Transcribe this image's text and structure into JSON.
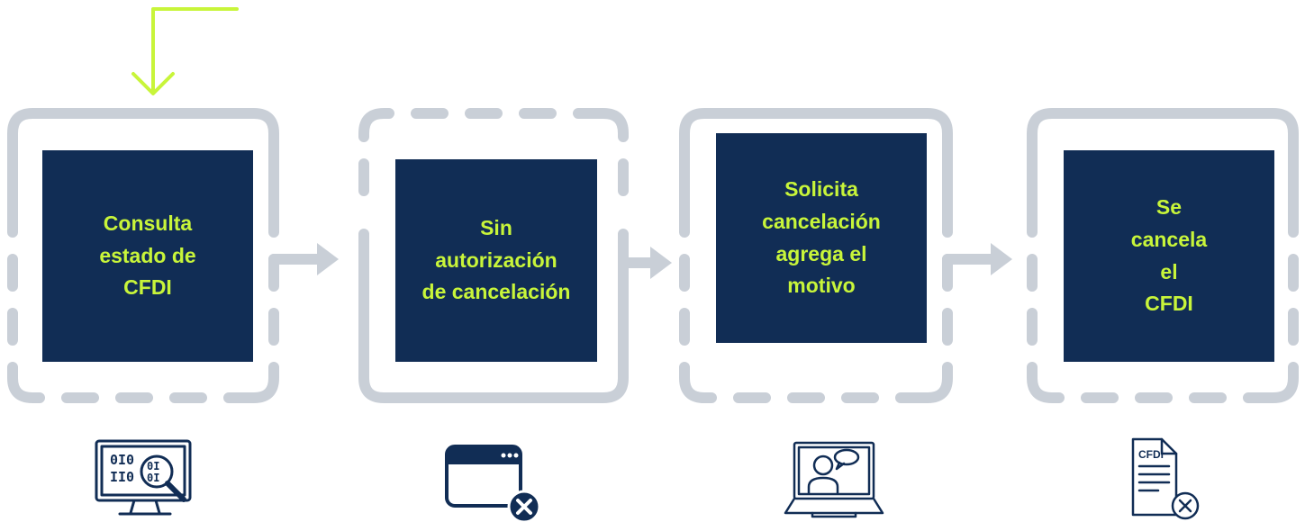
{
  "colors": {
    "box_fill": "#112d55",
    "text_accent": "#c8f53a",
    "frame_gray": "#c9cfd7",
    "start_arrow": "#c8f53a",
    "icon_stroke": "#112d55"
  },
  "steps": [
    {
      "label": "Consulta\nestado de\nCFDI",
      "icon": "monitor-binary-search-icon",
      "frame": "solid-top-dashed-bottom"
    },
    {
      "label": "Sin\nautorización\nde cancelación",
      "icon": "browser-window-cancel-icon",
      "frame": "dashed-top-solid-bottom"
    },
    {
      "label": "Solicita\ncancelación\nagrega el\nmotivo",
      "icon": "laptop-video-chat-icon",
      "frame": "solid-top-dashed-bottom"
    },
    {
      "label": "Se\ncancela\nel\nCFDI",
      "icon": "cfdi-document-cancel-icon",
      "frame": "solid-top-dashed-bottom"
    }
  ],
  "icons": {
    "doc_label": "CFDI"
  }
}
